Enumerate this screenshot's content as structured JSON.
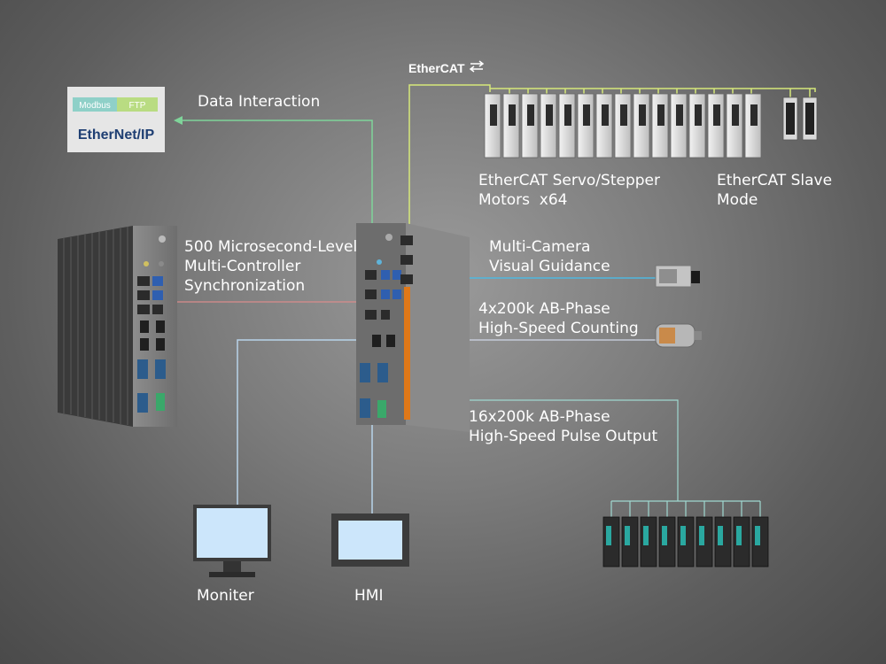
{
  "protocols": {
    "modbus": "Modbus",
    "ftp": "FTP",
    "ethernet_ip": "EtherNet/IP"
  },
  "ethercat_logo": "EtherCAT",
  "labels": {
    "data_interaction": "Data Interaction",
    "servo_line1": "EtherCAT Servo/Stepper",
    "servo_line2": "Motors  x64",
    "slave_line1": "EtherCAT Slave",
    "slave_line2": "Mode",
    "sync_line1": "500 Microsecond-Level",
    "sync_line2": "Multi-Controller",
    "sync_line3": "Synchronization",
    "camera_line1": "Multi-Camera",
    "camera_line2": "Visual Guidance",
    "counting_line1": "4x200k AB-Phase",
    "counting_line2": "High-Speed Counting",
    "pulse_line1": "16x200k AB-Phase",
    "pulse_line2": "High-Speed Pulse Output",
    "monitor": "Moniter",
    "hmi": "HMI"
  },
  "colors": {
    "ethercat_line": "#d6e87a",
    "data_line": "#7fd49a",
    "sync_line": "#d98c8c",
    "camera_line": "#4fb8e0",
    "counting_line": "#cfd6e6",
    "pulse_line": "#9fd8d0",
    "display_line": "#b8d4ea"
  }
}
